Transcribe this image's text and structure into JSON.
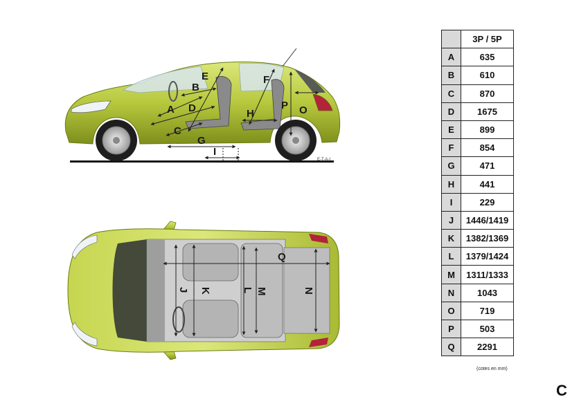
{
  "table": {
    "header": "3P / 5P",
    "rows": [
      {
        "letter": "A",
        "value": "635"
      },
      {
        "letter": "B",
        "value": "610"
      },
      {
        "letter": "C",
        "value": "870"
      },
      {
        "letter": "D",
        "value": "1675"
      },
      {
        "letter": "E",
        "value": "899"
      },
      {
        "letter": "F",
        "value": "854"
      },
      {
        "letter": "G",
        "value": "471"
      },
      {
        "letter": "H",
        "value": "441"
      },
      {
        "letter": "I",
        "value": "229"
      },
      {
        "letter": "J",
        "value": "1446/1419"
      },
      {
        "letter": "K",
        "value": "1382/1369"
      },
      {
        "letter": "L",
        "value": "1379/1424"
      },
      {
        "letter": "M",
        "value": "1311/1333"
      },
      {
        "letter": "N",
        "value": "1043"
      },
      {
        "letter": "O",
        "value": "719"
      },
      {
        "letter": "P",
        "value": "503"
      },
      {
        "letter": "Q",
        "value": "2291"
      }
    ],
    "unit_note": "(cotes en mm)"
  },
  "side_view": {
    "labels": [
      "A",
      "B",
      "C",
      "D",
      "E",
      "F",
      "G",
      "H",
      "I",
      "O",
      "P"
    ],
    "credit": "E-T-A-I"
  },
  "top_view": {
    "labels": [
      "J",
      "K",
      "L",
      "M",
      "N",
      "Q"
    ]
  },
  "corner_letter": "C",
  "colors": {
    "body_paint": "#b7c83e",
    "body_shadow": "#7e8f1c",
    "glass": "#d8e6ee",
    "tire": "#1e1e1e",
    "rim": "#c9c9c9",
    "seat": "#8a8a8a",
    "table_label_bg": "#d9d9d9"
  }
}
